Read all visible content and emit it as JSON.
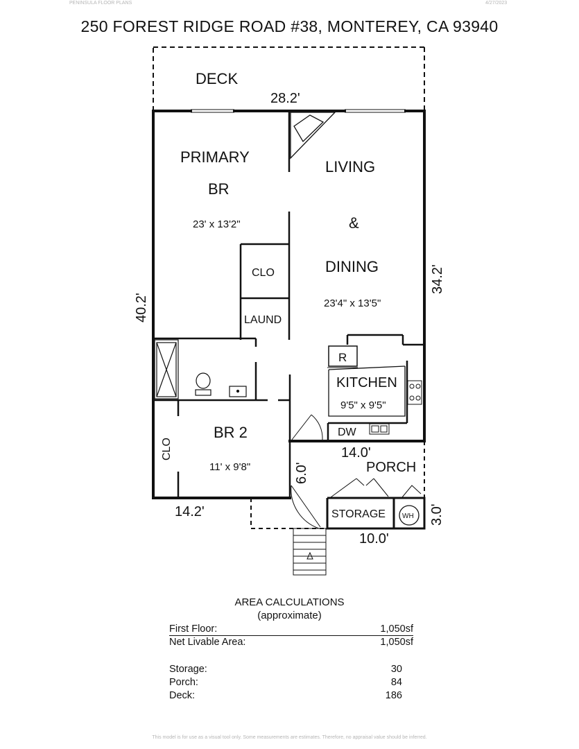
{
  "header": {
    "brand": "PENINSULA FLOOR PLANS",
    "date": "4/27/2023",
    "address": "250 FOREST RIDGE ROAD #38, MONTEREY, CA  93940"
  },
  "rooms": {
    "deck": "DECK",
    "primary_line1": "PRIMARY",
    "primary_line2": "BR",
    "primary_dims": "23' x 13'2\"",
    "living_line1": "LIVING",
    "living_amp": "&",
    "living_line2": "DINING",
    "living_dims": "23'4\" x 13'5\"",
    "clo_primary": "CLO",
    "laund": "LAUND",
    "refrigerator": "R",
    "kitchen": "KITCHEN",
    "kitchen_dims": "9'5\" x 9'5\"",
    "dw": "DW",
    "br2": "BR 2",
    "br2_dims": "11' x 9'8\"",
    "clo_br2": "CLO",
    "porch": "PORCH",
    "storage": "STORAGE",
    "wh": "WH"
  },
  "dimensions": {
    "deck_width": "28.2'",
    "left_depth": "40.2'",
    "right_depth": "34.2'",
    "porch_width": "14.0'",
    "porch_depth": "6.0'",
    "bottom_left": "14.2'",
    "storage_width": "10.0'",
    "storage_depth": "3.0'"
  },
  "area_calculations": {
    "heading_line1": "AREA CALCULATIONS",
    "heading_line2": "(approximate)",
    "rows": [
      {
        "label": "First  Floor:",
        "value": "1,050sf"
      },
      {
        "label": "Net Livable Area:",
        "value": "1,050sf"
      },
      {
        "label": "Storage:",
        "value": "30"
      },
      {
        "label": "Porch:",
        "value": "84"
      },
      {
        "label": "Deck:",
        "value": "186"
      }
    ]
  },
  "footer": {
    "disclaimer": "This model is for use as a visual tool only. Some measurements are estimates. Therefore, no appraisal value should be inferred."
  }
}
